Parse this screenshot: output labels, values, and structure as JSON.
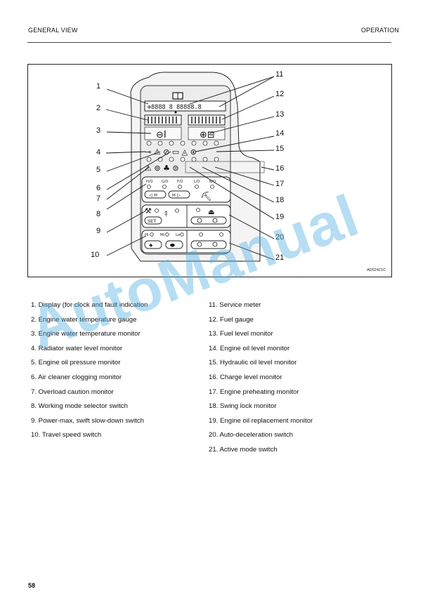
{
  "header": {
    "left": "GENERAL VIEW",
    "right": "OPERATION"
  },
  "figure": {
    "code": "AD52421C",
    "callouts": [
      "1",
      "2",
      "3",
      "4",
      "5",
      "6",
      "7",
      "8",
      "9",
      "10",
      "11",
      "12",
      "13",
      "14",
      "15",
      "16",
      "17",
      "18",
      "19",
      "20",
      "21"
    ],
    "panel": {
      "mode_labels": [
        "H/O",
        "G/O",
        "F/O",
        "L/O",
        "B/O"
      ],
      "mode_button_left": "◁ H",
      "mode_button_right": "H ▷",
      "set_button": "SET",
      "travel_labels": [
        "Hi",
        "Mi",
        "Lo"
      ]
    }
  },
  "captions": {
    "left": [
      "1. Display (for clock and fault indication",
      "2. Engine water temperature gauge",
      "3. Engine water temperature monitor",
      "4. Radiator water level monitor",
      "5. Engine oil pressure monitor",
      "6. Air cleaner clogging monitor",
      "7. Overload caution monitor",
      "8. Working mode selector switch",
      "9. Power-max, swift slow-down switch",
      "10. Travel speed switch"
    ],
    "right": [
      "11. Service meter",
      "12. Fuel gauge",
      "13. Fuel level monitor",
      "14. Engine oil level monitor",
      "15. Hydraulic oil level monitor",
      "16. Charge level monitor",
      "17. Engine preheating monitor",
      "18. Swing lock monitor",
      "19. Engine oil replacement monitor",
      "20. Auto-deceleration switch",
      "21. Active mode switch"
    ]
  },
  "watermark": "AutoManual",
  "page_number": "58"
}
